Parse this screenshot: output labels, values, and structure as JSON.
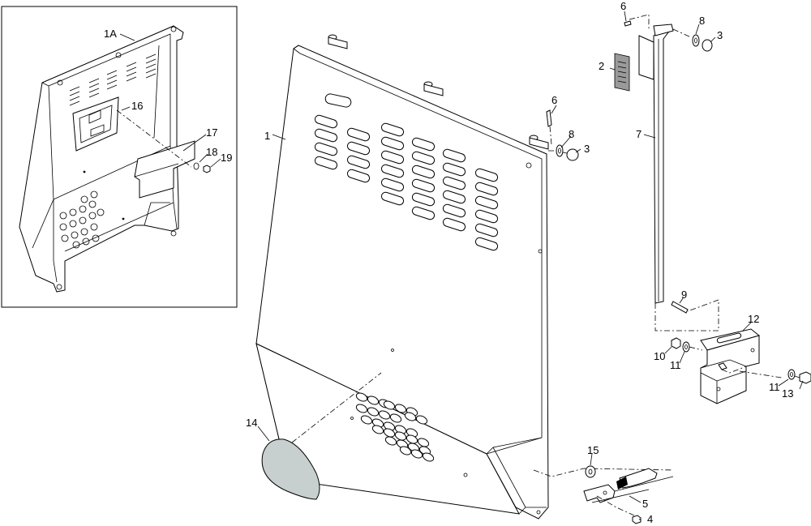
{
  "callouts": {
    "c1A": "1A",
    "c16": "16",
    "c17": "17",
    "c18": "18",
    "c19": "19",
    "c1": "1",
    "c2": "2",
    "c3a": "3",
    "c3b": "3",
    "c4": "4",
    "c5": "5",
    "c6a": "6",
    "c6b": "6",
    "c7": "7",
    "c8a": "8",
    "c8b": "8",
    "c9": "9",
    "c10": "10",
    "c11a": "11",
    "c11b": "11",
    "c12": "12",
    "c13": "13",
    "c14": "14",
    "c15": "15"
  },
  "colors": {
    "line": "#000000",
    "background": "#ffffff",
    "filter_fill": "#c8d0cf",
    "decal_fill": "#9a9a9a"
  }
}
